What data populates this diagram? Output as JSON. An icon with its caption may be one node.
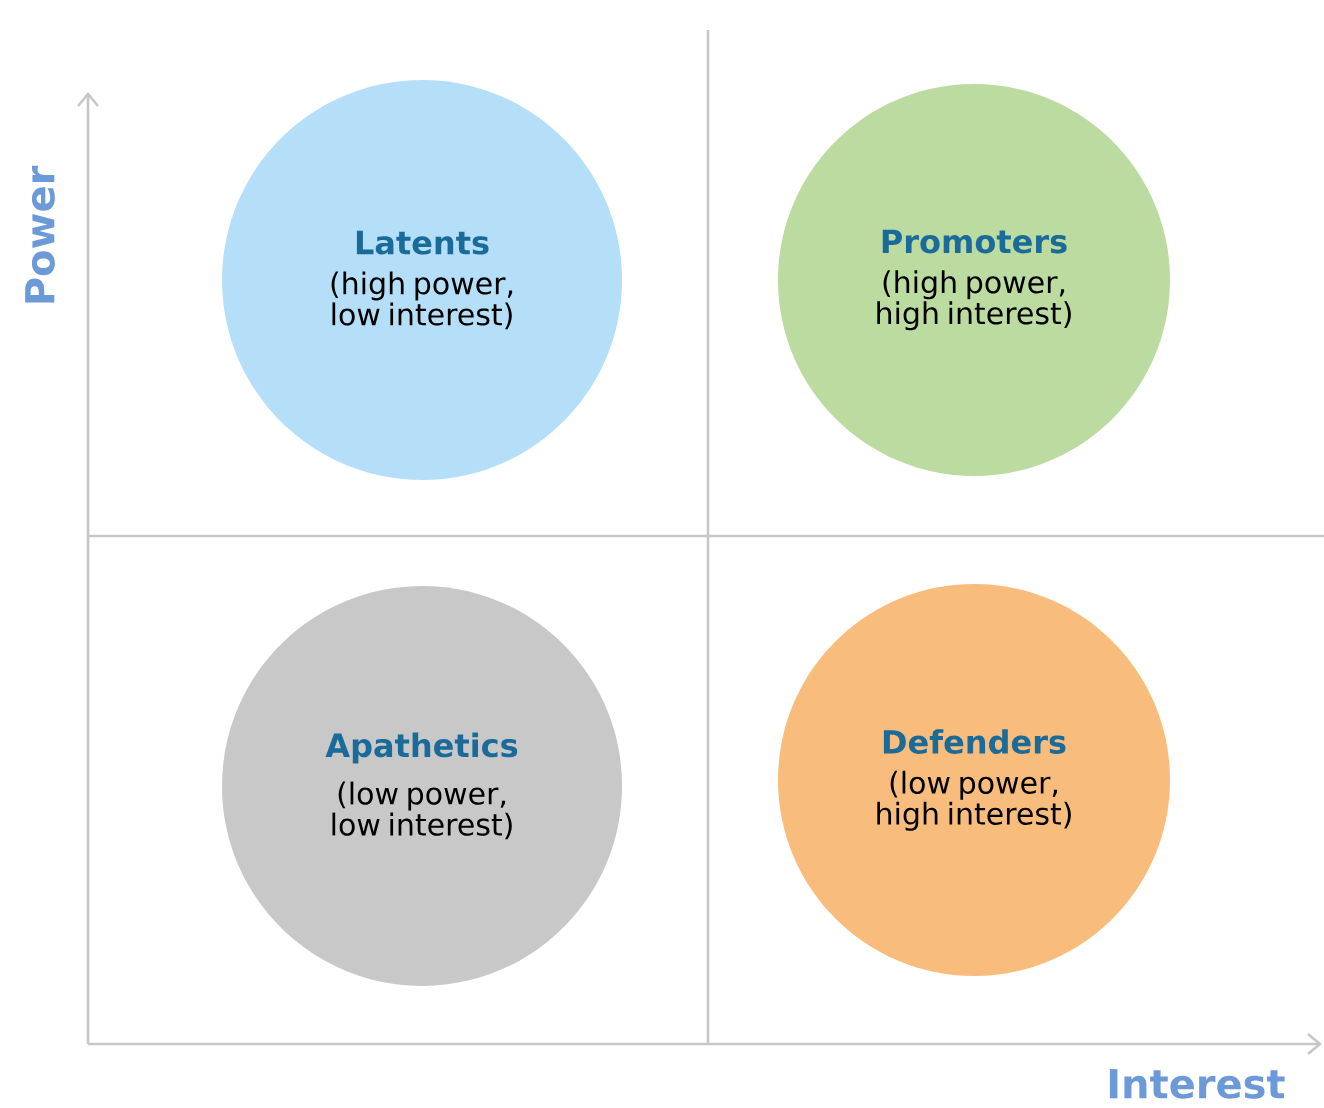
{
  "diagram": {
    "nodes": [
      {
        "text": [
          "Latents",
          "(high power, low interest)"
        ]
      },
      {
        "text": [
          "Promoters",
          "(high power, high interest)"
        ]
      },
      {
        "text": [
          "Apathetics",
          "(low power, low interest)"
        ]
      },
      {
        "text": [
          "Defenders",
          "(low power, high interest)"
        ]
      }
    ],
    "labels": [
      "Power",
      "Interest"
    ]
  }
}
